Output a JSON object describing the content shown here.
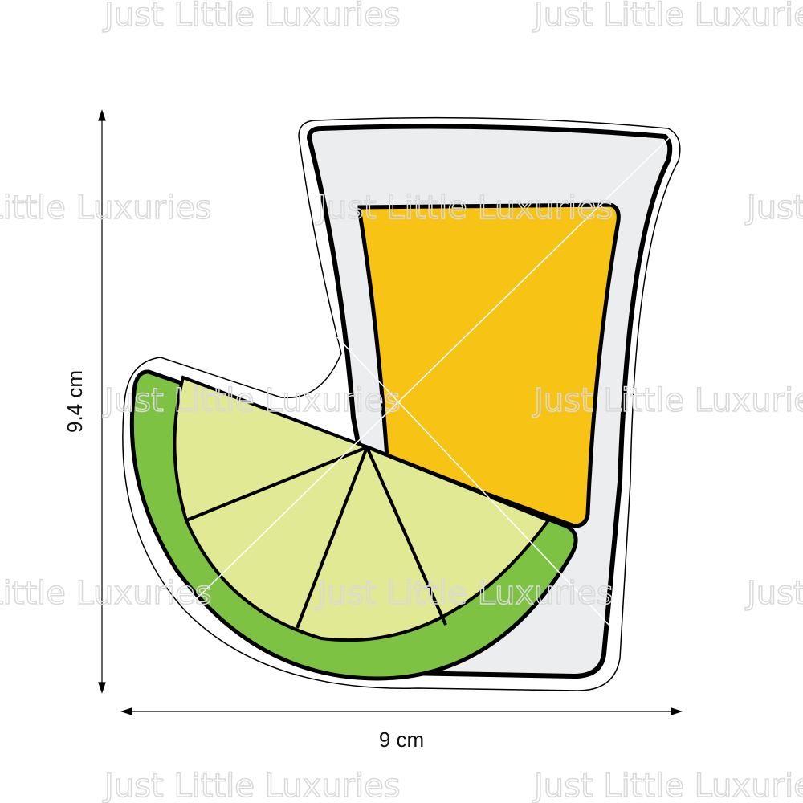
{
  "watermark": "Just Little Luxuries",
  "dimensions": {
    "width_label": "9 cm",
    "height_label": "9.4 cm"
  },
  "colors": {
    "glass": "#ECEDEF",
    "liquid": "#F7C314",
    "rind": "#7DC242",
    "flesh": "#E2E994",
    "outline": "#000000"
  }
}
